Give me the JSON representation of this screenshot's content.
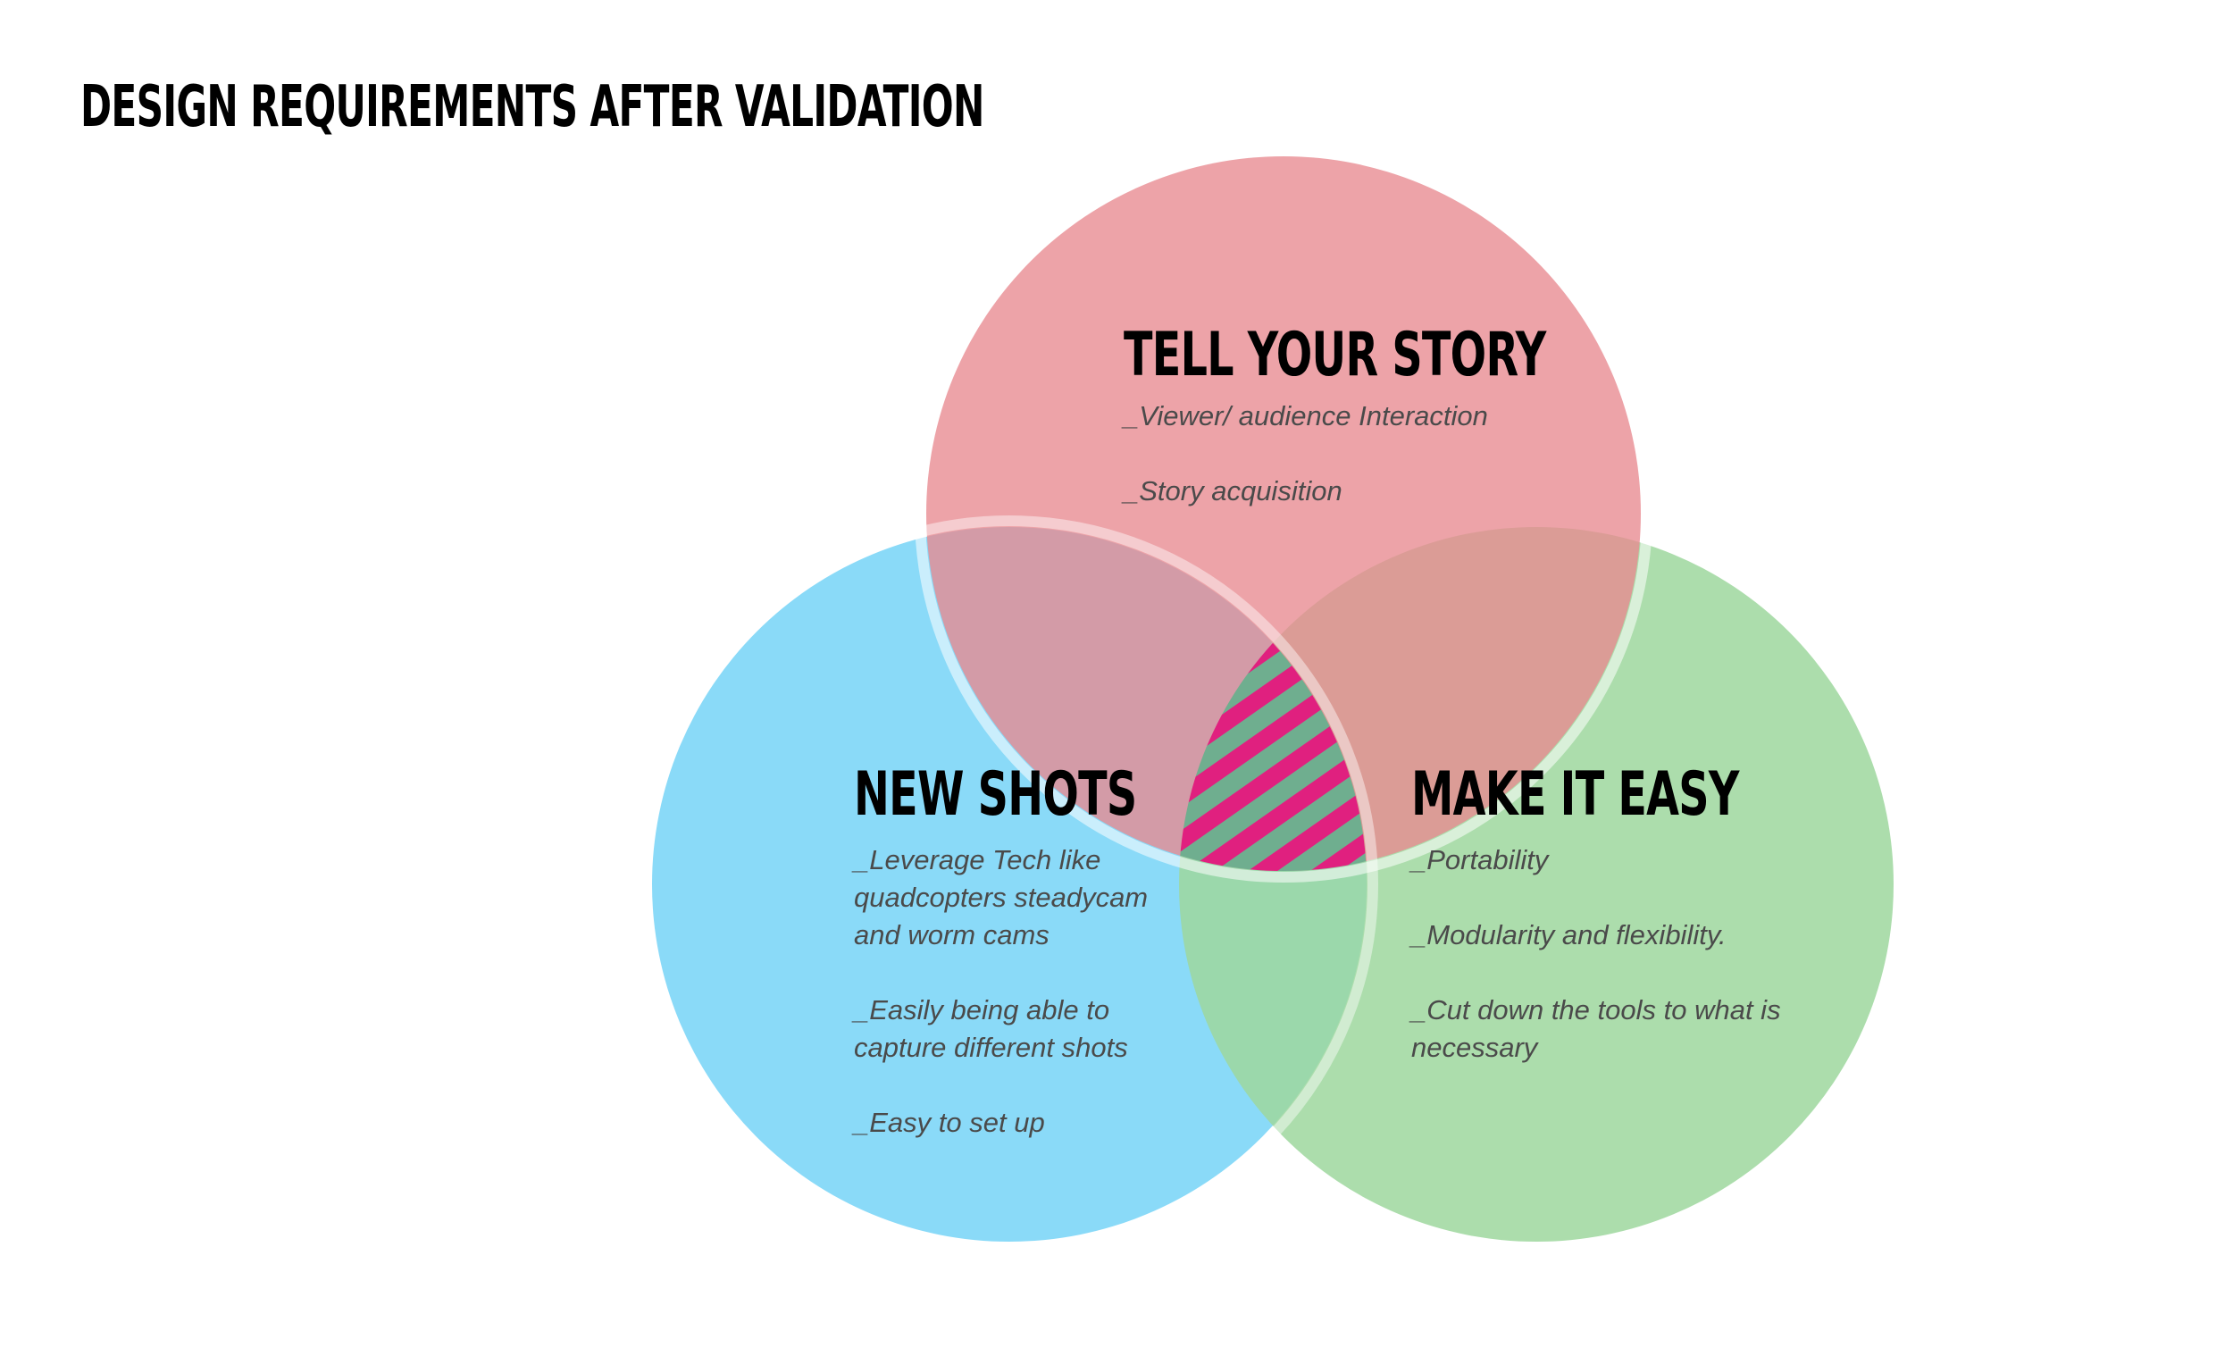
{
  "title": "DESIGN REQUIREMENTS AFTER VALIDATION",
  "colors": {
    "story": "#e8898f",
    "shots": "#7dd6f7",
    "easy": "#9dd79e",
    "center_stripe": "#e0207f",
    "center_base": "#6fae8f",
    "outline": "#ffffff"
  },
  "sets": {
    "story": {
      "label": "TELL YOUR STORY",
      "items": [
        "_Viewer/ audience Interaction",
        "_Story acquisition"
      ]
    },
    "shots": {
      "label": "NEW SHOTS",
      "items": [
        "_Leverage Tech like quadcopters steadycam and worm cams",
        "_Easily being able to capture different shots",
        "_Easy to set up"
      ]
    },
    "easy": {
      "label": "MAKE IT EASY",
      "items": [
        "_Portability",
        "_Modularity  and flexibility.",
        "_Cut down the tools to what is necessary"
      ]
    }
  }
}
